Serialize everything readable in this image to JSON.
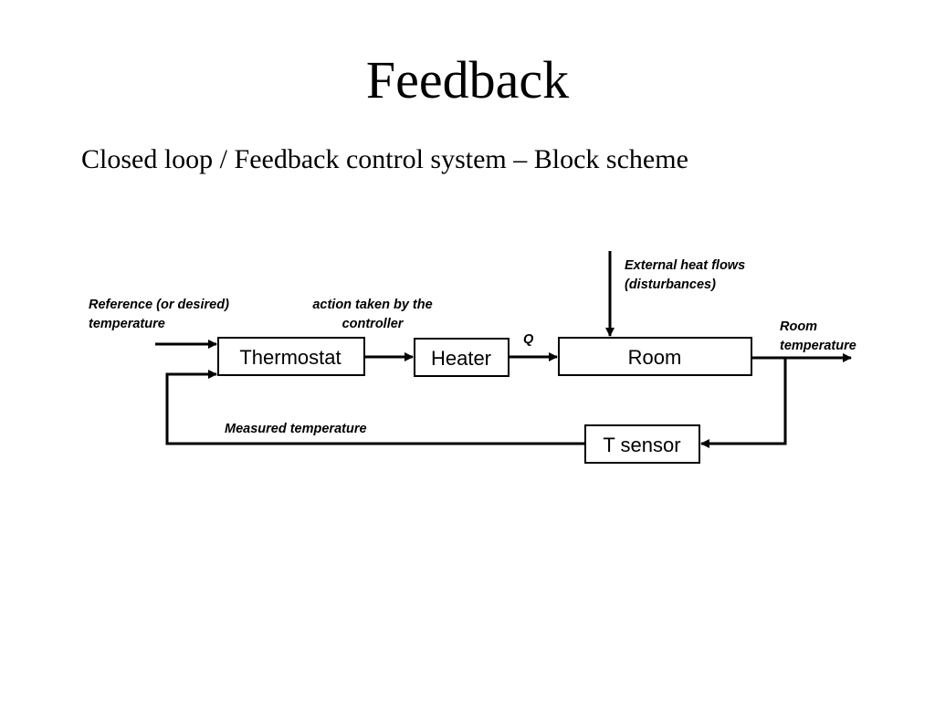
{
  "title": "Feedback",
  "subtitle": "Closed loop / Feedback control system – Block scheme",
  "blocks": {
    "thermostat": "Thermostat",
    "heater": "Heater",
    "room": "Room",
    "sensor": "T sensor"
  },
  "labels": {
    "reference_line1": "Reference (or desired)",
    "reference_line2": "temperature",
    "action_line1": "action taken by the",
    "action_line2": "controller",
    "q": "Q",
    "disturbance_line1": "External heat flows",
    "disturbance_line2": "(disturbances)",
    "output_line1": "Room",
    "output_line2": "temperature",
    "measured": "Measured temperature"
  },
  "colors": {
    "line": "#000000",
    "background": "#ffffff"
  }
}
